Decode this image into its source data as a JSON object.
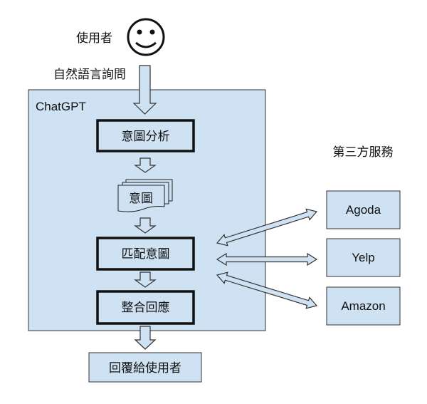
{
  "user": {
    "label": "使用者",
    "icon": "smiley-face-icon"
  },
  "query_label": "自然語言詢問",
  "chatgpt": {
    "title": "ChatGPT",
    "steps": {
      "intent_analysis": "意圖分析",
      "intent_doc": "意圖",
      "match_intent": "匹配意圖",
      "integrate_response": "整合回應"
    }
  },
  "reply_label": "回覆給使用者",
  "third_party": {
    "title": "第三方服務",
    "services": [
      "Agoda",
      "Yelp",
      "Amazon"
    ]
  },
  "colors": {
    "fill": "#cfe2f3",
    "stroke": "#333333"
  }
}
